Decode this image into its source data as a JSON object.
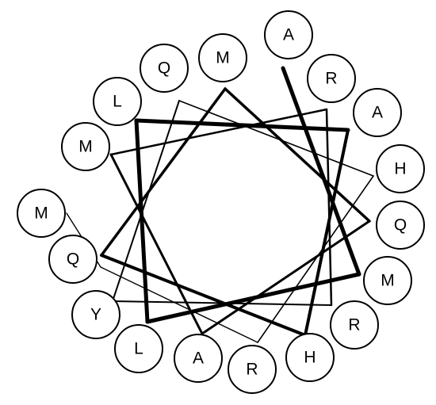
{
  "diagram": {
    "type": "helical-wheel",
    "line_color": "#000000",
    "residues": [
      "A",
      "R",
      "A",
      "H",
      "Q",
      "M",
      "R",
      "H",
      "R",
      "A",
      "L",
      "Y",
      "Q",
      "M",
      "M",
      "L",
      "Q",
      "M"
    ]
  }
}
